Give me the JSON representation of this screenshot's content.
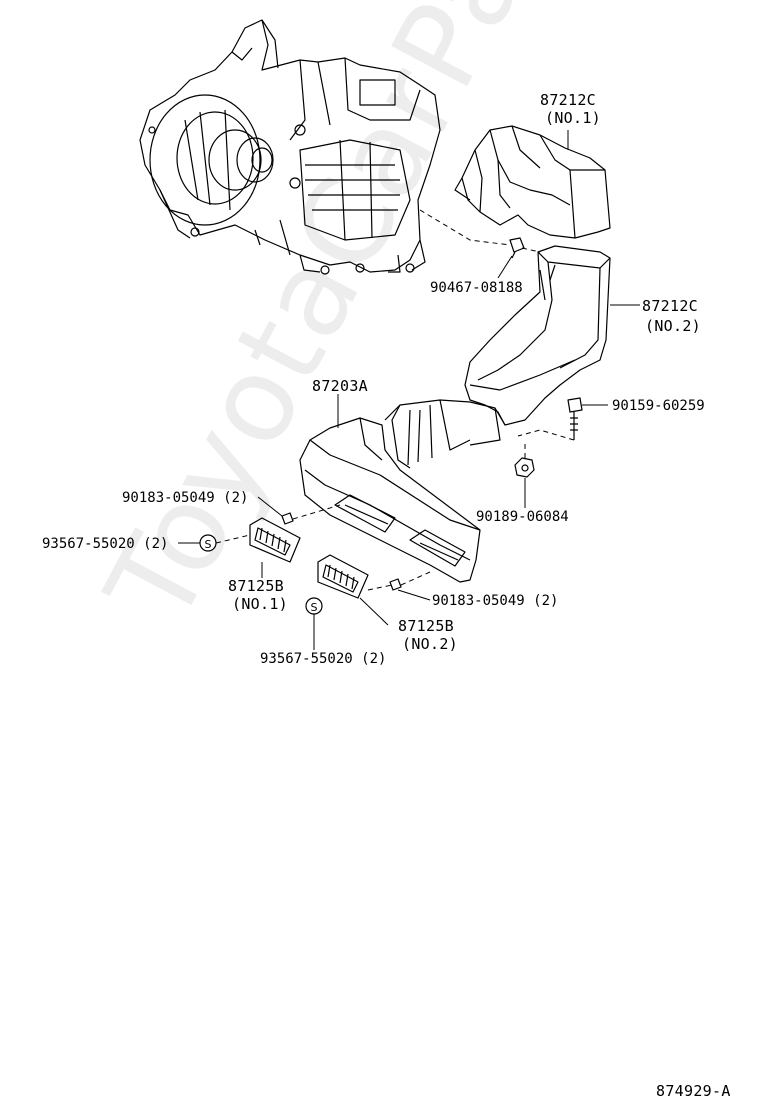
{
  "watermark": "ToyotaCarPage.ru",
  "figure_id": "874929-A",
  "parts": {
    "duct_no1": {
      "number": "87212C",
      "sub": "(NO.1)"
    },
    "duct_no2": {
      "number": "87212C",
      "sub": "(NO.2)"
    },
    "clip_top": {
      "number": "90467-08188"
    },
    "bolt": {
      "number": "90159-60259"
    },
    "nut": {
      "number": "90189-06084"
    },
    "duct_main": {
      "number": "87203A"
    },
    "nut_left": {
      "number": "90183-05049 (2)"
    },
    "screw_left": {
      "number": "93567-55020 (2)"
    },
    "register_no1": {
      "number": "87125B",
      "sub": "(NO.1)"
    },
    "nut_right": {
      "number": "90183-05049 (2)"
    },
    "register_no2": {
      "number": "87125B",
      "sub": "(NO.2)"
    },
    "screw_right": {
      "number": "93567-55020 (2)"
    }
  },
  "colors": {
    "line": "#000000",
    "background": "#ffffff"
  }
}
